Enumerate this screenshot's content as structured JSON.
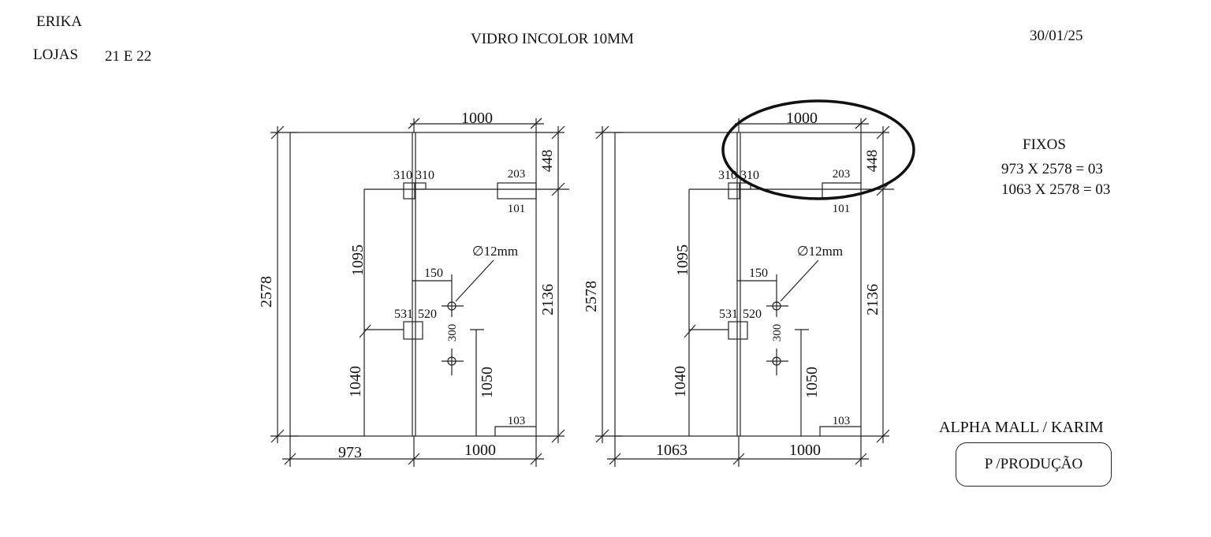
{
  "header": {
    "client": "ERIKA",
    "lojas_label": "LOJAS",
    "lojas_value": "21 E 22",
    "title": "VIDRO INCOLOR 10MM",
    "date": "30/01/25"
  },
  "notes": {
    "fixos_title": "FIXOS",
    "fixos_lines": [
      "973 X 2578 = 03",
      "1063 X 2578 = 03"
    ],
    "project": "ALPHA MALL / KARIM",
    "stamp": "P /PRODUÇÃO"
  },
  "panels": [
    {
      "left_width": "973",
      "right_width": "1000",
      "top_width": "1000",
      "total_height": "2578",
      "upper_fixed": "448",
      "door_height": "2136",
      "left_upper": "1095",
      "left_lower": "1040",
      "handle_height": "1050",
      "hinge_top_a": "310",
      "hinge_top_b": "310",
      "hinge_mid_a": "531",
      "hinge_mid_b": "520",
      "lock_203": "203",
      "lock_101": "101",
      "bottom_103": "103",
      "handle_offset": "150",
      "hole_spacing": "300",
      "hole_diameter": "∅12mm"
    },
    {
      "left_width": "1063",
      "right_width": "1000",
      "top_width": "1000",
      "total_height": "2578",
      "upper_fixed": "448",
      "door_height": "2136",
      "left_upper": "1095",
      "left_lower": "1040",
      "handle_height": "1050",
      "hinge_top_a": "310",
      "hinge_top_b": "310",
      "hinge_mid_a": "531",
      "hinge_mid_b": "520",
      "lock_203": "203",
      "lock_101": "101",
      "bottom_103": "103",
      "handle_offset": "150",
      "hole_spacing": "300",
      "hole_diameter": "∅12mm"
    }
  ],
  "colors": {
    "line": "#222222",
    "circle": "#111111"
  }
}
